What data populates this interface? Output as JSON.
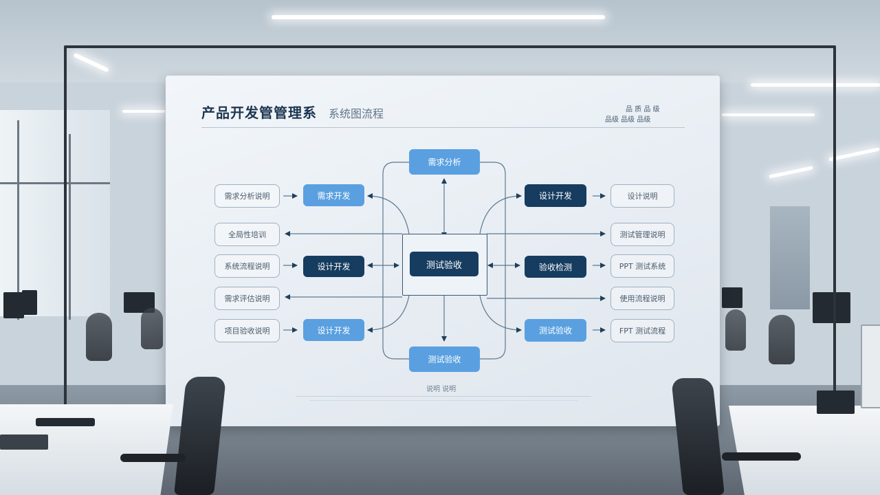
{
  "board": {
    "title": "产品开发管管理系",
    "title_extra": "系统图流程",
    "top_right_1": "品 质  品 级",
    "top_right_2": "品级 品级 品级",
    "footer_note": "说明 说明"
  },
  "nodes": {
    "top": "需求分析",
    "bottom": "测试验收",
    "center": "测试验收",
    "left_blue_1": "需求开发",
    "left_dark_2": "设计开发",
    "left_blue_3": "设计开发",
    "right_dark_1": "设计开发",
    "right_dark_2": "验收检测",
    "right_blue_3": "测试验收"
  },
  "left_labels": [
    "需求分析说明",
    "全局性培训",
    "系统流程说明",
    "需求评估说明",
    "项目验收说明"
  ],
  "right_labels": [
    "设计说明",
    "测试管理说明",
    "PPT 测试系统",
    "使用流程说明",
    "FPT 测试流程"
  ],
  "colors": {
    "light_node": "#5aa0e0",
    "dark_node": "#163c60",
    "line": "#5d7890",
    "arrow": "#1f3f5e"
  }
}
